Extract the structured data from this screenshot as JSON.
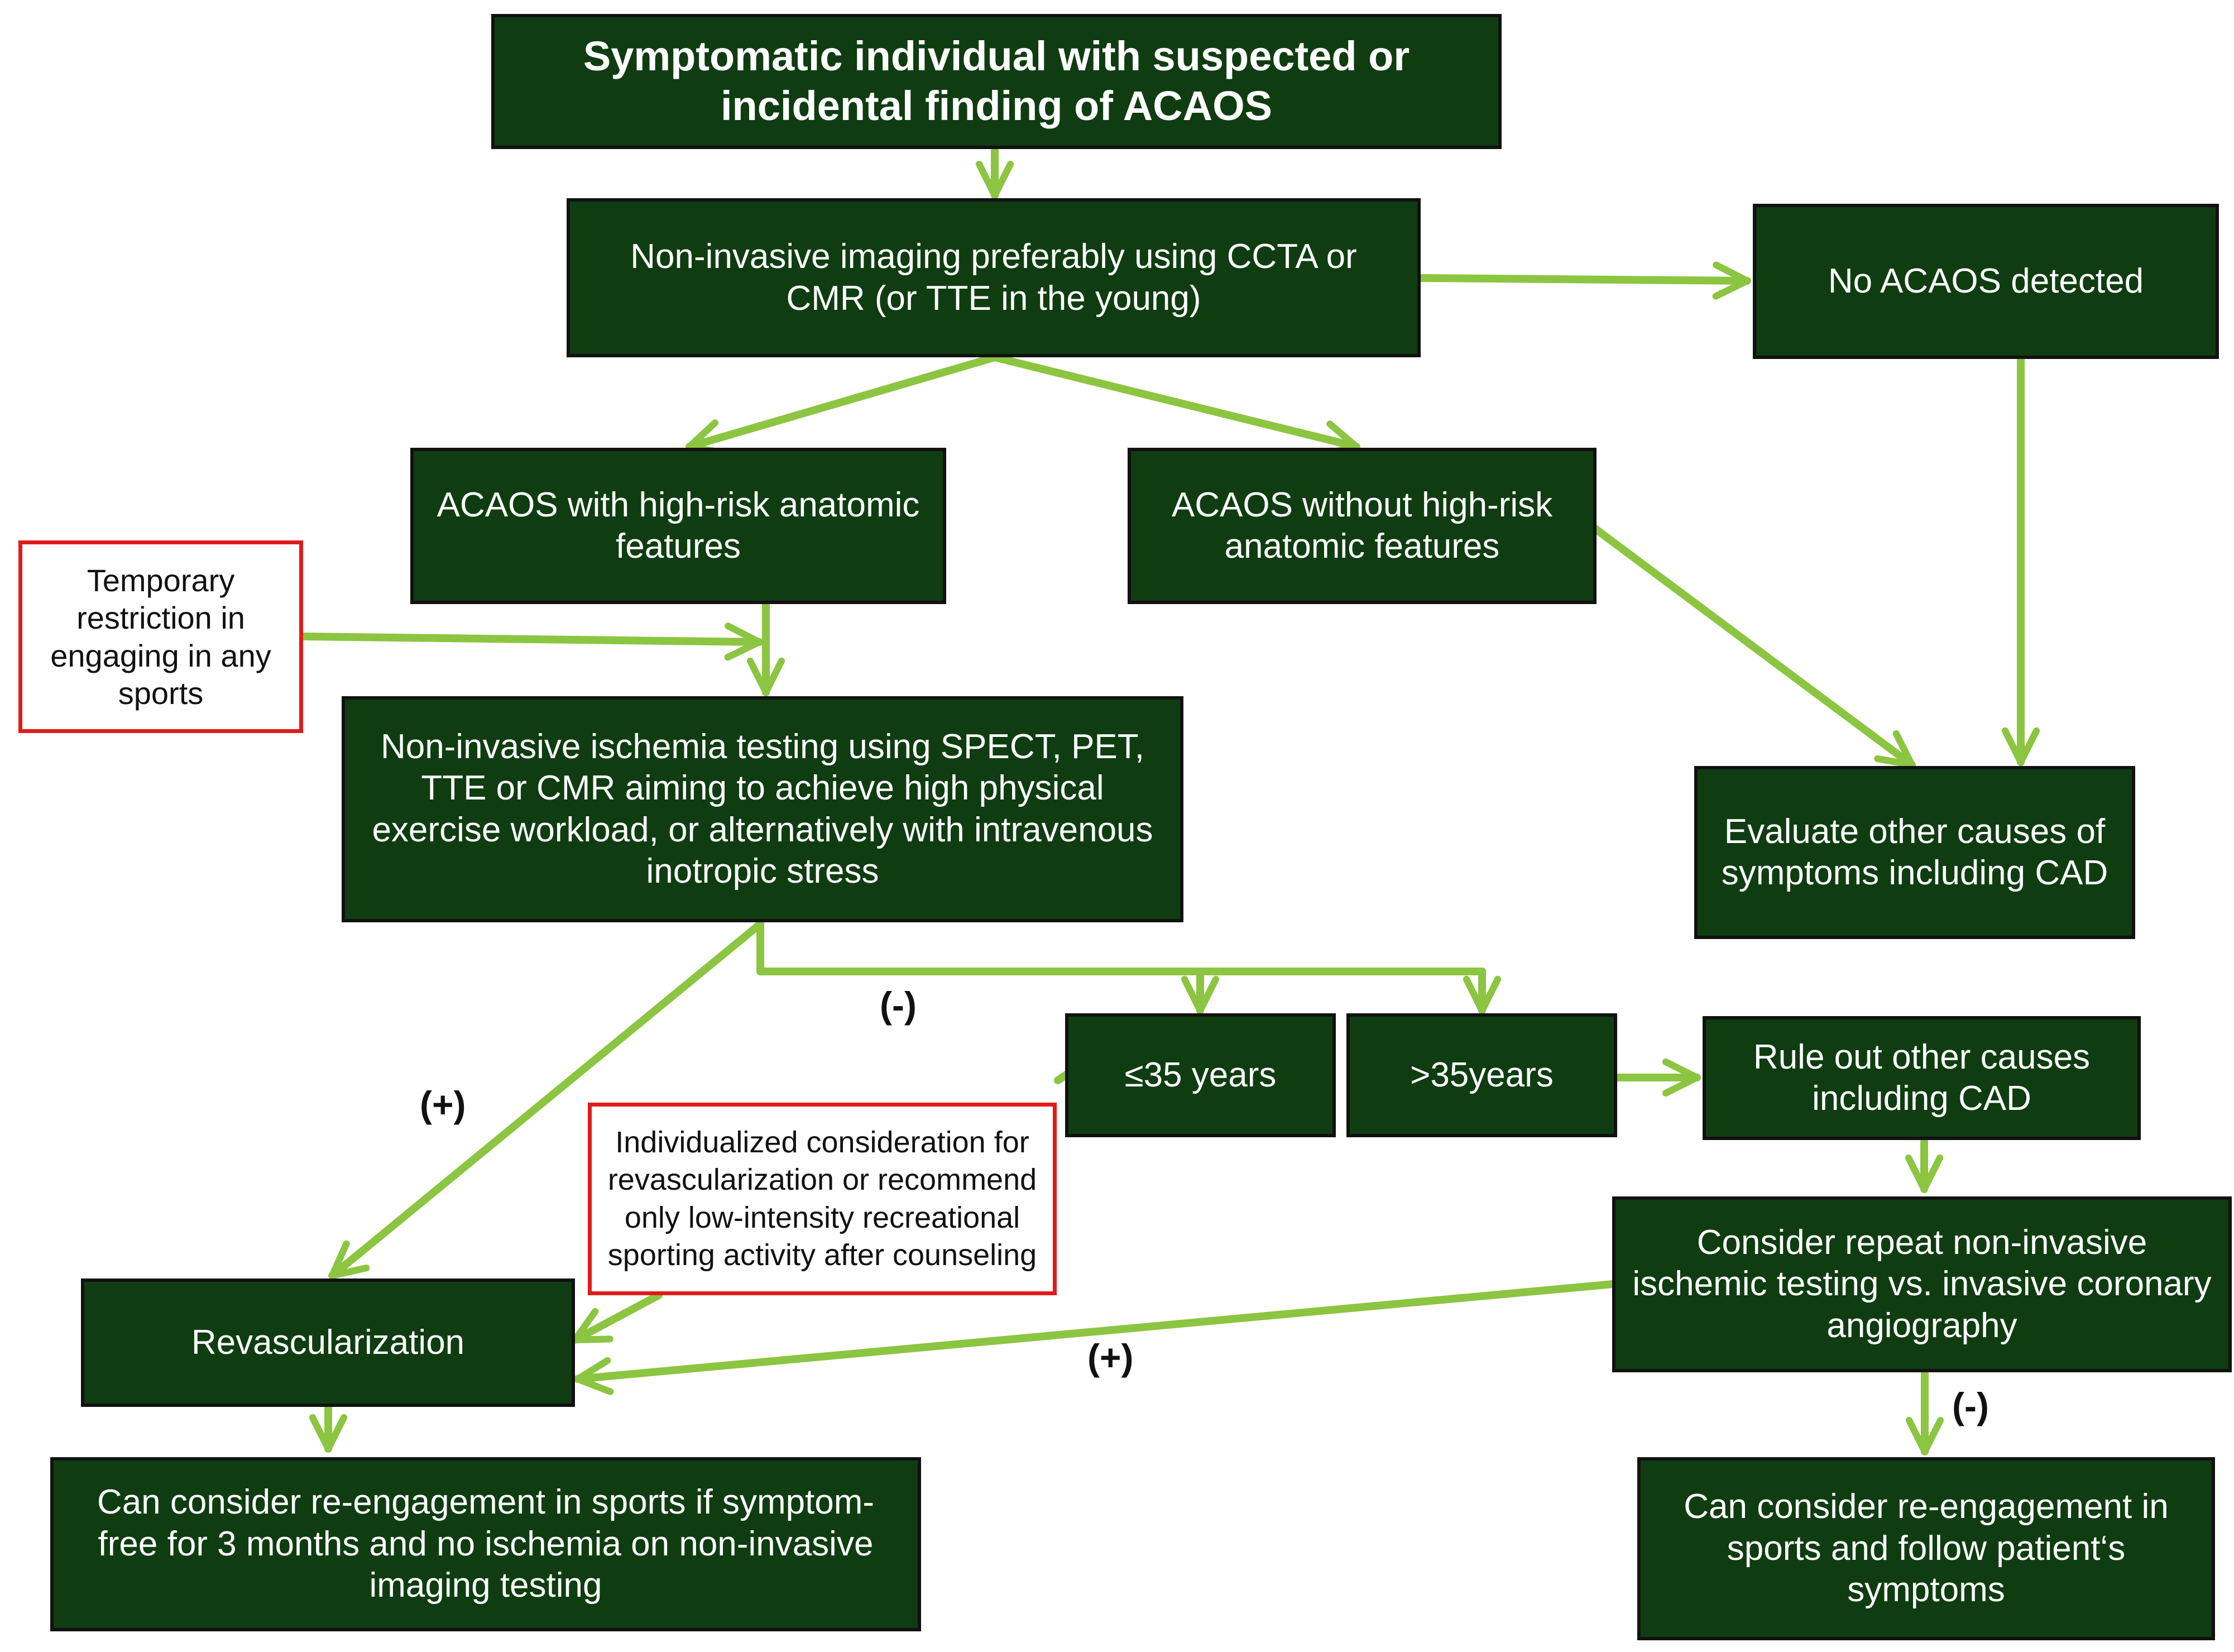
{
  "nodes": {
    "start": "Symptomatic individual with suspected or incidental finding of ACAOS",
    "imaging": "Non-invasive imaging preferably using CCTA or CMR (or TTE in the young)",
    "no_acaos": "No ACAOS detected",
    "high_risk": "ACAOS with high-risk anatomic features",
    "no_high_risk": "ACAOS without high-risk anatomic features",
    "ischemia_testing": "Non-invasive ischemia testing using SPECT, PET, TTE or CMR aiming to achieve high physical exercise workload, or alternatively with intravenous inotropic stress",
    "evaluate_causes": "Evaluate other causes of symptoms including CAD",
    "le35": "≤35 years",
    "gt35": ">35years",
    "rule_out": "Rule out other causes including CAD",
    "repeat_testing": "Consider repeat non-invasive ischemic testing vs. invasive coronary angiography",
    "revascularization": "Revascularization",
    "reengage_left": "Can consider re-engagement in sports if symptom-free for 3 months and no ischemia on non-invasive imaging testing",
    "reengage_right": "Can consider re-engagement in sports and follow patient‘s symptoms"
  },
  "notes": {
    "temporary_restriction": "Temporary restriction in engaging in any sports",
    "individualized": "Individualized consideration for revascularization or recommend only low-intensity recreational sporting activity after counseling"
  },
  "edge_labels": {
    "ischemia_negative": "(-)",
    "ischemia_positive": "(+)",
    "repeat_positive": "(+)",
    "repeat_negative": "(-)"
  },
  "colors": {
    "box_fill": "#0f3d11",
    "arrow": "#8cc541",
    "note_border": "#e01b1b"
  }
}
